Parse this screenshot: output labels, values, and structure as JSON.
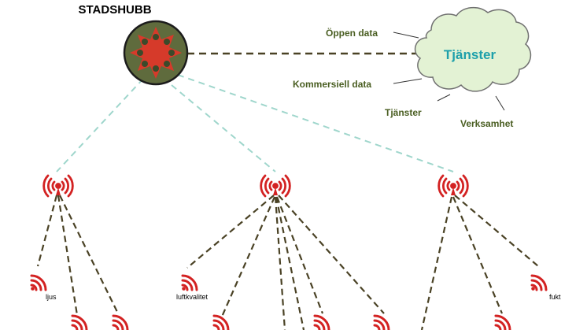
{
  "hub": {
    "title": "STADSHUBB"
  },
  "cloud": {
    "label": "Tjänster"
  },
  "cloud_annotations": {
    "open_data": "Öppen data",
    "commercial_data": "Kommersiell data",
    "services": "Tjänster",
    "operations": "Verksamhet"
  },
  "sensors": {
    "light": "ljus",
    "air_quality": "luftkvalitet",
    "humidity": "fukt"
  },
  "colors": {
    "hub_fill": "#5f6b3d",
    "hub_star": "#d63a2a",
    "hub_dot": "#3b4a2a",
    "dashed_dark": "#4a4225",
    "dashed_light": "#9fd6cc",
    "cloud_fill": "#e3f2d4",
    "cloud_stroke": "#707070",
    "cloud_text": "#1ea0ab",
    "annotation_text": "#4a5e22",
    "antenna_red": "#d32222",
    "title_text": "#000000"
  }
}
